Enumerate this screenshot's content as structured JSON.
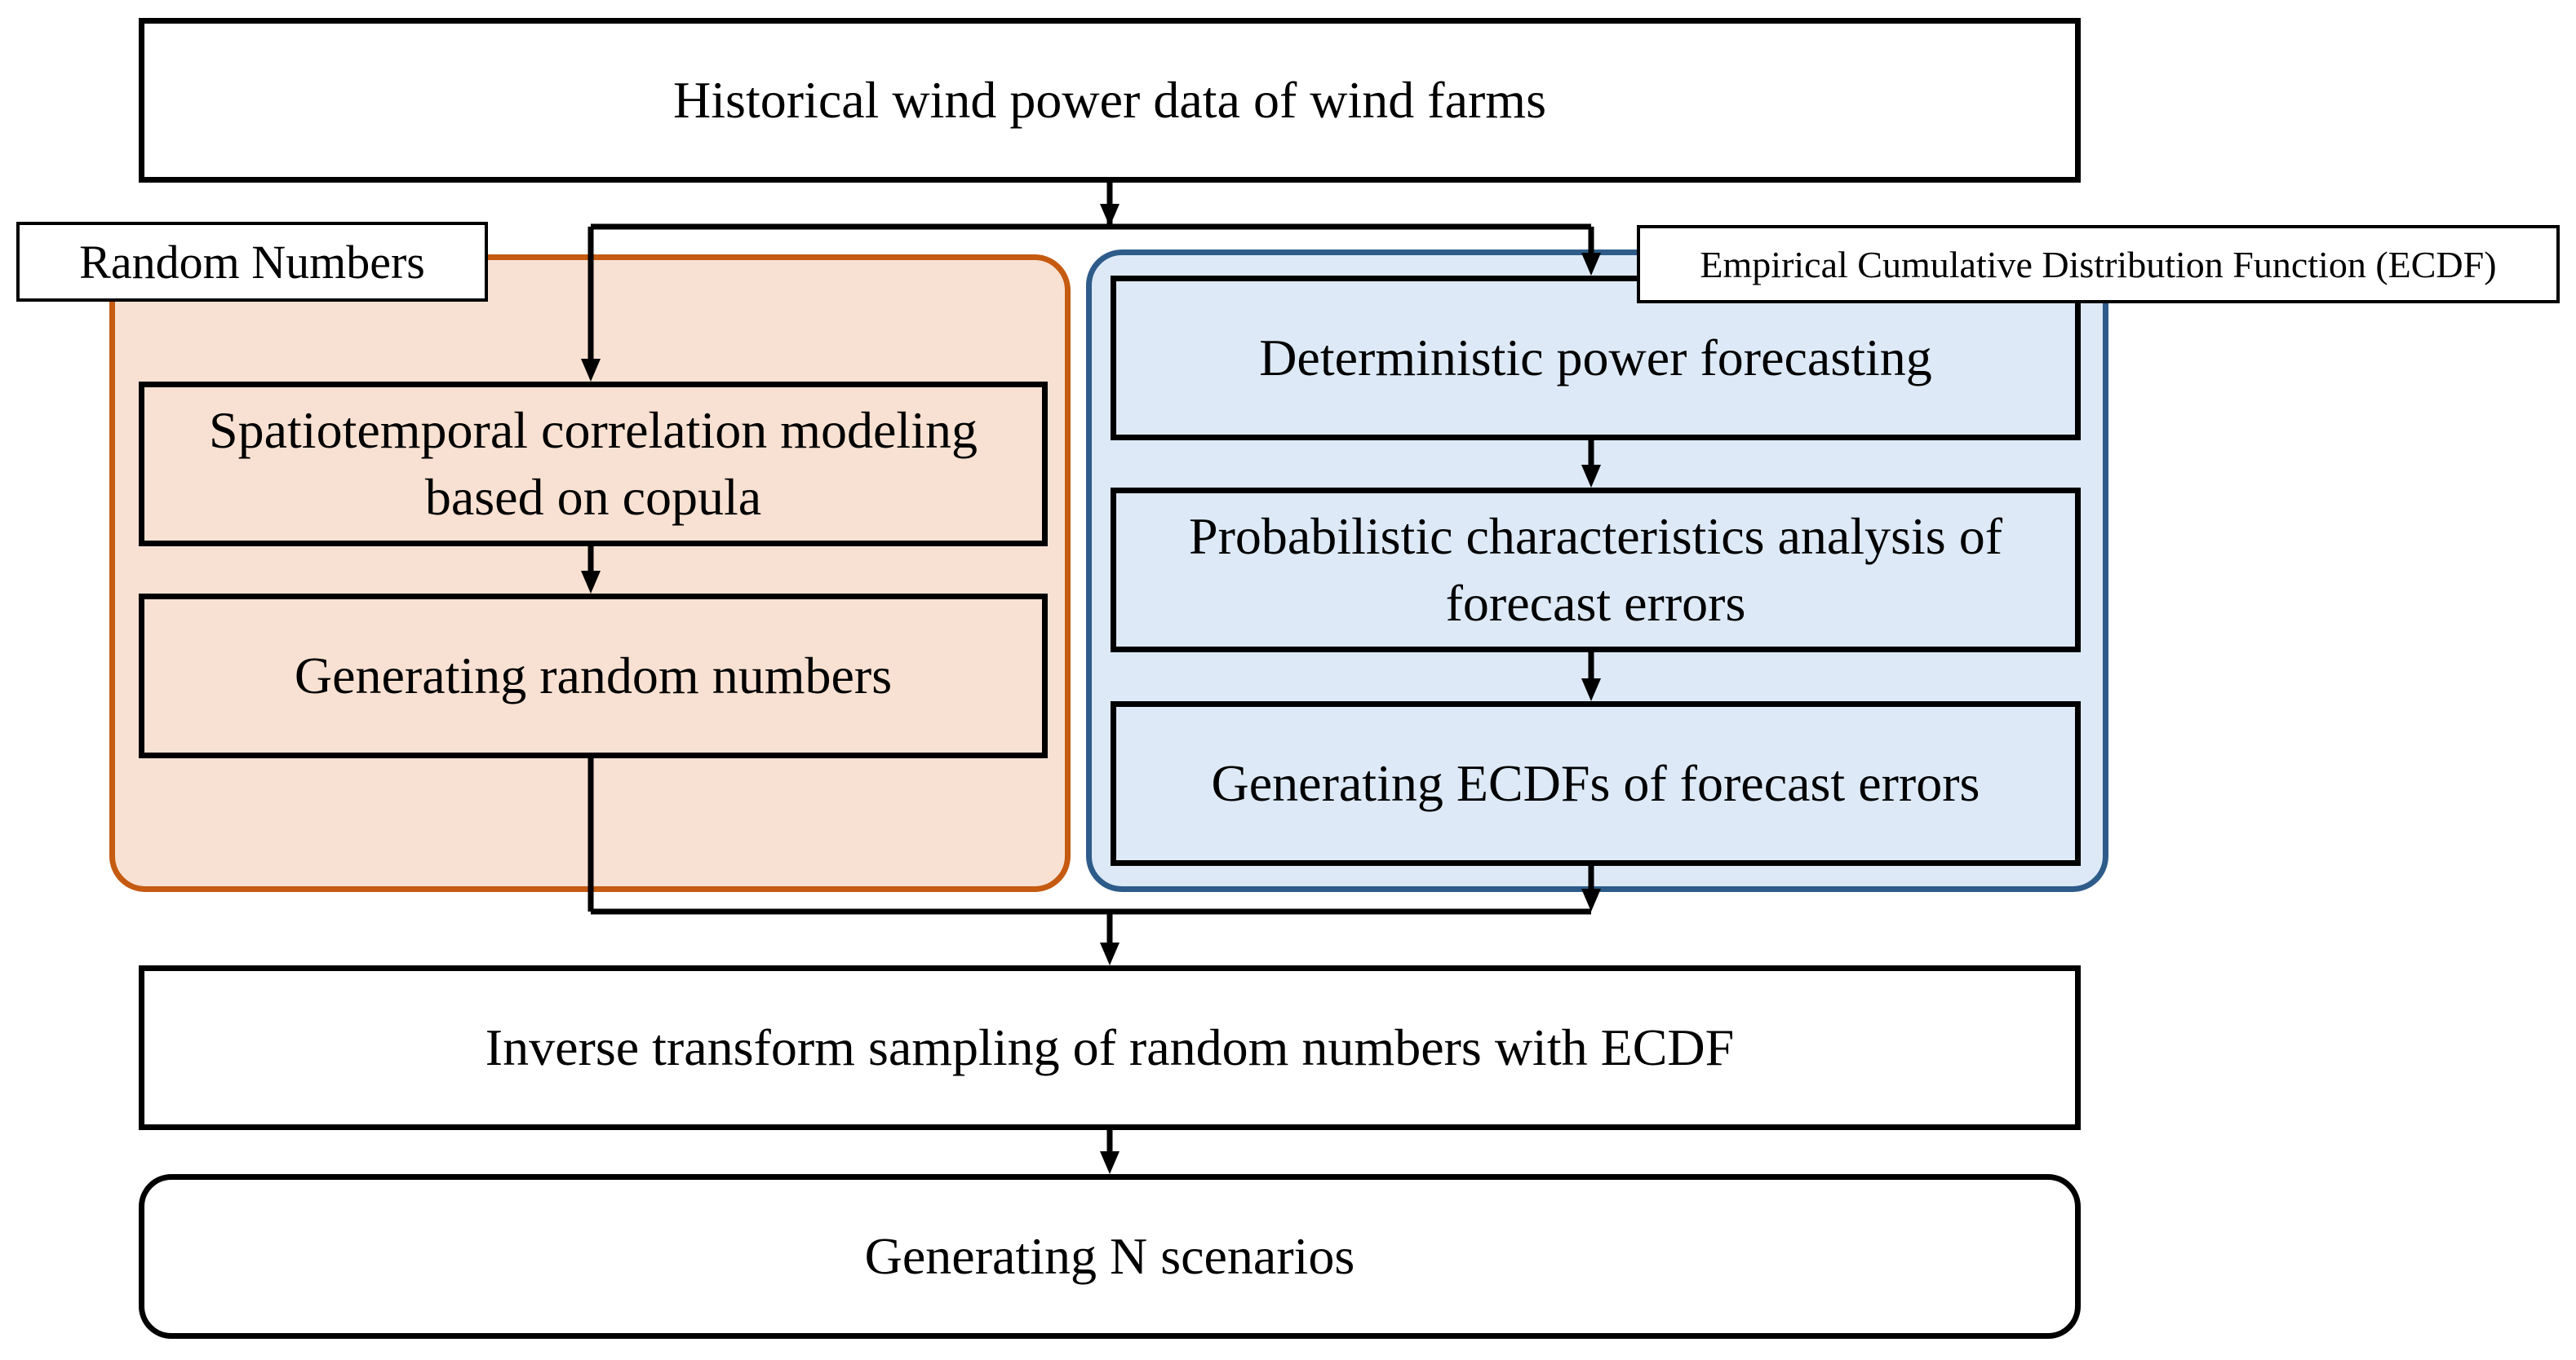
{
  "diagram": {
    "nodes": {
      "historical": "Historical wind power data of wind farms",
      "spatiotemporal": "Spatiotemporal correlation modeling\nbased on copula",
      "generating_random": "Generating random numbers",
      "deterministic": "Deterministic power forecasting",
      "probabilistic": "Probabilistic characteristics analysis of\nforecast errors",
      "generating_ecdfs": "Generating ECDFs of forecast errors",
      "inverse_sampling": "Inverse transform sampling of random numbers with ECDF",
      "scenarios": "Generating N scenarios"
    },
    "group_labels": {
      "random_numbers": "Random Numbers",
      "ecdf": "Empirical Cumulative Distribution Function (ECDF)"
    },
    "colors": {
      "random_group_fill": "#f8e1d2",
      "random_group_border": "#c55a11",
      "ecdf_group_fill": "#dde9f6",
      "ecdf_group_border": "#2e5c8a",
      "line": "#000000"
    },
    "edges": [
      {
        "from": "historical",
        "to": "spatiotemporal"
      },
      {
        "from": "historical",
        "to": "deterministic"
      },
      {
        "from": "spatiotemporal",
        "to": "generating_random"
      },
      {
        "from": "deterministic",
        "to": "probabilistic"
      },
      {
        "from": "probabilistic",
        "to": "generating_ecdfs"
      },
      {
        "from": "generating_random",
        "to": "inverse_sampling"
      },
      {
        "from": "generating_ecdfs",
        "to": "inverse_sampling"
      },
      {
        "from": "inverse_sampling",
        "to": "scenarios"
      }
    ]
  }
}
